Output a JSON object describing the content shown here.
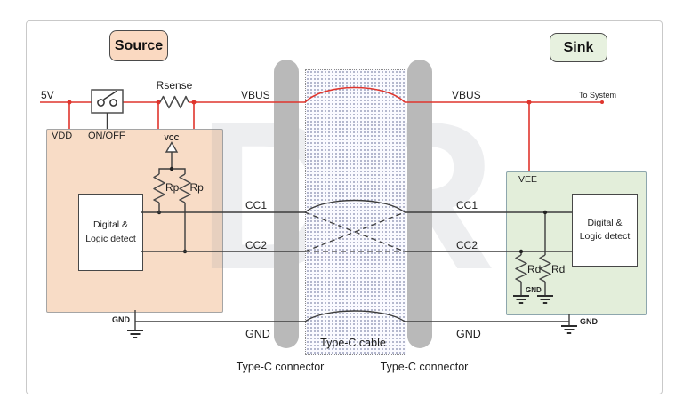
{
  "colors": {
    "vbus_red": "#df352d",
    "wire_dark": "#3c3c3c",
    "source_fill": "#f8dcc6",
    "source_label_fill": "#fad9c1",
    "sink_fill": "#e3eeda",
    "sink_label_fill": "#e7f1df",
    "connector_gray": "#b9b9b9",
    "frame_border": "#c9c9c9",
    "block_border": "#a5a5a5",
    "sink_border": "#8da6ad",
    "text": "#1f1f1f"
  },
  "watermark": "DR",
  "labels": {
    "source_badge": "Source",
    "sink_badge": "Sink"
  },
  "power": {
    "supply": "5V",
    "sense_resistor": "Rsense",
    "vbus_left": "VBUS",
    "vbus_right": "VBUS",
    "to_system": "To System"
  },
  "source_block": {
    "pin_vdd": "VDD",
    "pin_onoff": "ON/OFF",
    "vcc": "VCC",
    "rp_left": "Rp",
    "rp_right": "Rp",
    "chip_line1": "Digital &",
    "chip_line2": "Logic detect",
    "gnd": "GND"
  },
  "sink_block": {
    "pin_vee": "VEE",
    "rd_left": "Rd",
    "rd_right": "Rd",
    "chip_line1": "Digital &",
    "chip_line2": "Logic detect",
    "gnd_small": "GND",
    "gnd": "GND"
  },
  "cc": {
    "cc1_left": "CC1",
    "cc2_left": "CC2",
    "cc1_right": "CC1",
    "cc2_right": "CC2"
  },
  "ground": {
    "line_left": "GND",
    "line_right": "GND"
  },
  "cable": {
    "cable_label": "Type-C cable",
    "connector_left": "Type-C connector",
    "connector_right": "Type-C connector"
  }
}
